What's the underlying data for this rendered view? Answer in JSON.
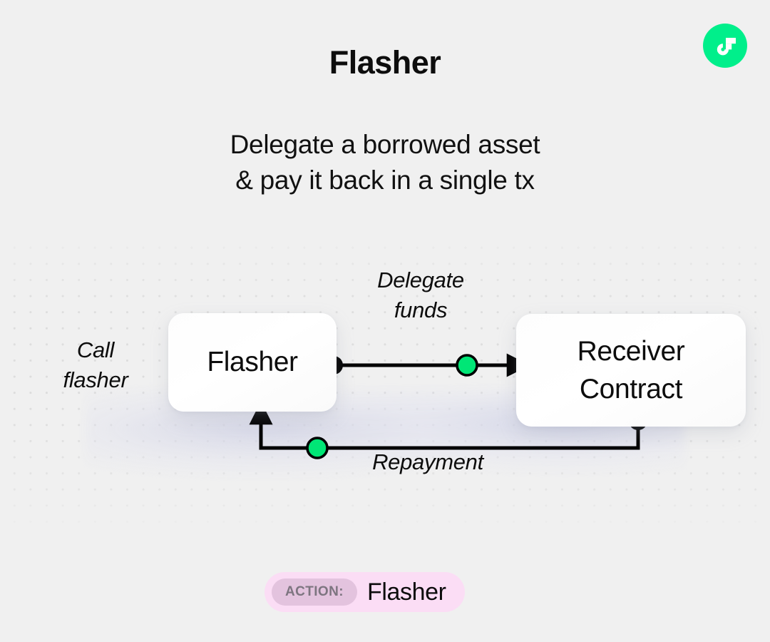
{
  "header": {
    "title": "Flasher",
    "logo_icon": "flow-logo-icon",
    "logo_color": "#00EF8B"
  },
  "subtitle": {
    "line1": "Delegate a borrowed asset",
    "line2": "& pay it back in a single tx"
  },
  "diagram": {
    "nodes": [
      {
        "id": "flasher",
        "label": "Flasher"
      },
      {
        "id": "receiver",
        "label_line1": "Receiver",
        "label_line2": "Contract"
      }
    ],
    "labels": {
      "call_flasher": "Call\nflasher",
      "delegate_funds": "Delegate\nfunds",
      "repayment": "Repayment"
    },
    "colors": {
      "node_dot": "#000000",
      "accent_dot": "#00E676",
      "wire": "#000000",
      "card_bg": "#FFFFFF"
    }
  },
  "footer": {
    "action_label": "ACTION:",
    "action_value": "Flasher",
    "badge_color": "#FBDDF5",
    "pill_color": "#E3C3DE"
  }
}
